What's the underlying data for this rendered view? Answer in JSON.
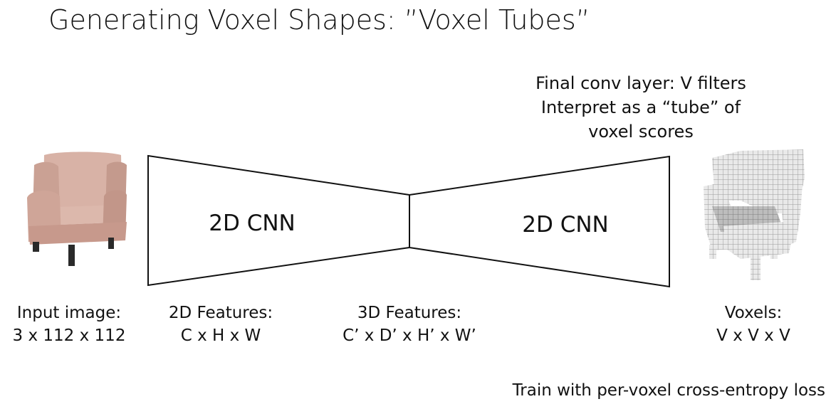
{
  "title": "Generating Voxel Shapes: ”Voxel Tubes”",
  "note": {
    "line1": "Final conv layer: V filters",
    "line2": "Interpret as a “tube” of",
    "line3": "voxel scores"
  },
  "network": {
    "encoder_label": "2D CNN",
    "decoder_label": "2D CNN"
  },
  "labels": {
    "input": {
      "line1": "Input image:",
      "line2": "3 x 112 x 112"
    },
    "features2d": {
      "line1": "2D Features:",
      "line2": "C x H x W"
    },
    "features3d": {
      "line1": "3D Features:",
      "line2": "C’ x D’ x H’ x W’"
    },
    "voxels": {
      "line1": "Voxels:",
      "line2": "V x V x V"
    }
  },
  "footer": "Train with per-voxel cross-entropy loss",
  "colors": {
    "chair": "#d4aca0",
    "chair_shadow": "#b88c80",
    "legs": "#2a2a2a",
    "voxel_fill": "#e6e6e6",
    "voxel_line": "#9a9a9a"
  }
}
